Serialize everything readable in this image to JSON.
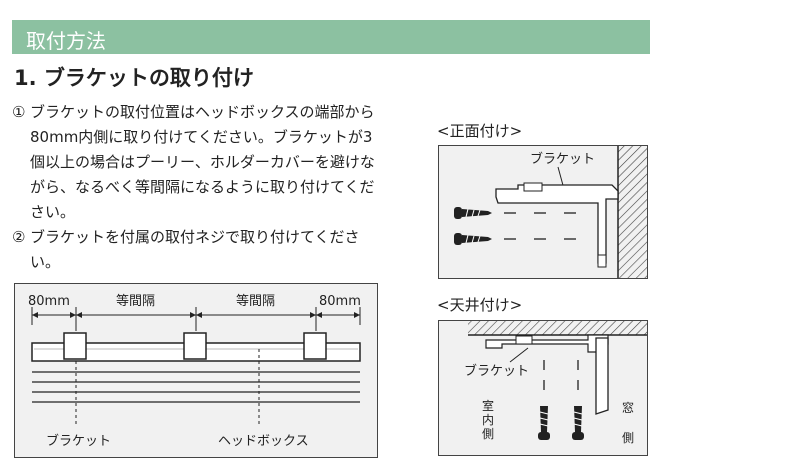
{
  "header": {
    "title": "取付方法"
  },
  "section": {
    "title": "1. ブラケットの取り付け"
  },
  "steps": [
    {
      "num": "①",
      "text": "ブラケットの取付位置はヘッドボックスの端部から80mm内側に取り付けてください。ブラケットが3個以上の場合はプーリー、ホルダーカバーを避けながら、なるべく等間隔になるように取り付けてください。"
    },
    {
      "num": "②",
      "text": "ブラケットを付属の取付ネジで取り付けてください。"
    }
  ],
  "front_diagram": {
    "labels": {
      "dim_left": "80mm",
      "dim_mid_left": "等間隔",
      "dim_mid_right": "等間隔",
      "dim_right": "80mm",
      "bracket": "ブラケット",
      "headbox": "ヘッドボックス"
    }
  },
  "side_front_mount": {
    "title": "<正面付け>",
    "bracket_label": "ブラケット"
  },
  "side_ceiling_mount": {
    "title": "<天井付け>",
    "bracket_label": "ブラケット",
    "indoor_label": "室内側",
    "window_label": "窓側"
  }
}
